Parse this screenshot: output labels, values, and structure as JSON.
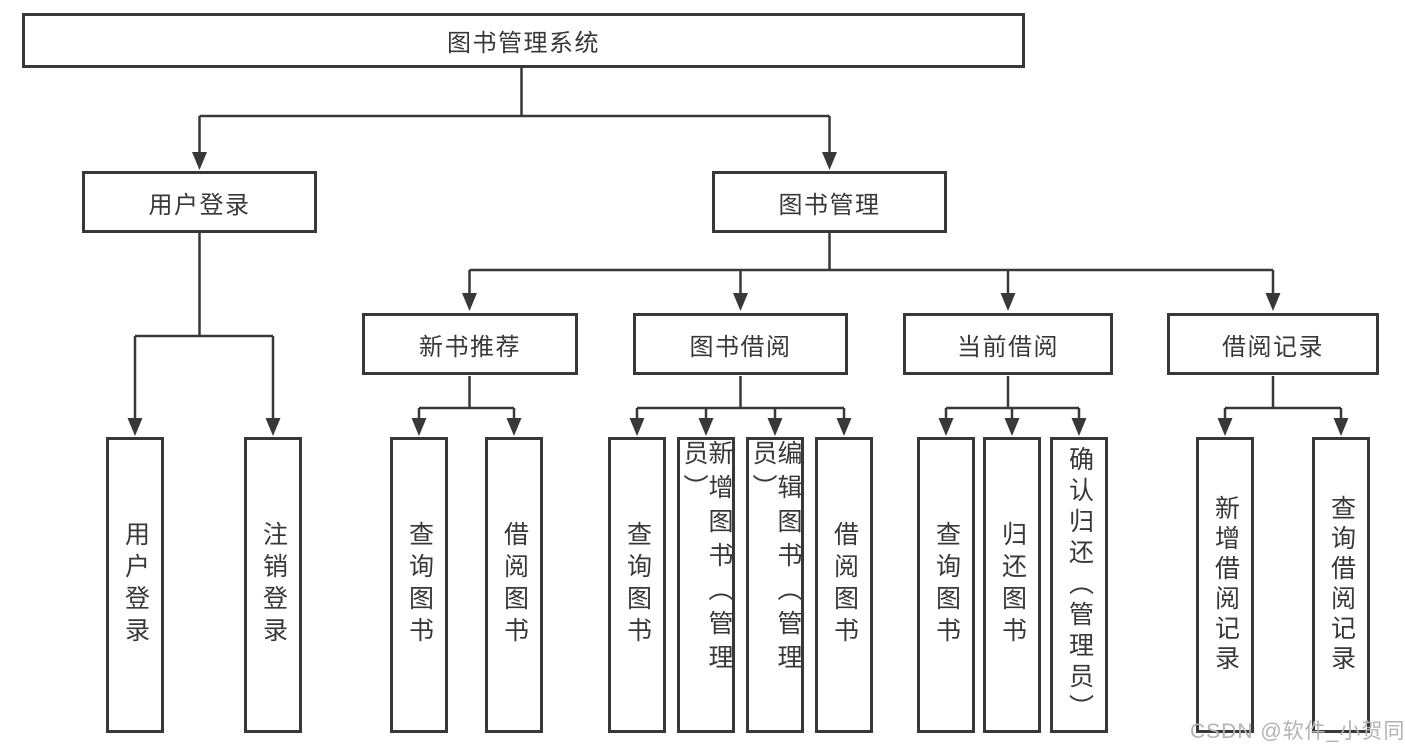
{
  "diagram": {
    "root": {
      "label": "图书管理系统"
    },
    "branches": [
      {
        "label": "用户登录",
        "children": [
          {
            "label": "用户登录"
          },
          {
            "label": "注销登录"
          }
        ]
      },
      {
        "label": "图书管理",
        "children": [
          {
            "label": "新书推荐",
            "children": [
              {
                "label": "查询图书"
              },
              {
                "label": "借阅图书"
              }
            ]
          },
          {
            "label": "图书借阅",
            "children": [
              {
                "label": "查询图书"
              },
              {
                "label": "新增图书（管理员）"
              },
              {
                "label": "编辑图书（管理员）"
              },
              {
                "label": "借阅图书"
              }
            ]
          },
          {
            "label": "当前借阅",
            "children": [
              {
                "label": "查询图书"
              },
              {
                "label": "归还图书"
              },
              {
                "label": "确认归还（管理员）"
              }
            ]
          },
          {
            "label": "借阅记录",
            "children": [
              {
                "label": "新增借阅记录"
              },
              {
                "label": "查询借阅记录"
              }
            ]
          }
        ]
      }
    ]
  },
  "watermark": {
    "text": "CSDN @软件_小贺同学"
  },
  "colors": {
    "line": "#383838",
    "text": "#383838",
    "watermark": "#b3b3b3",
    "background": "#ffffff"
  }
}
